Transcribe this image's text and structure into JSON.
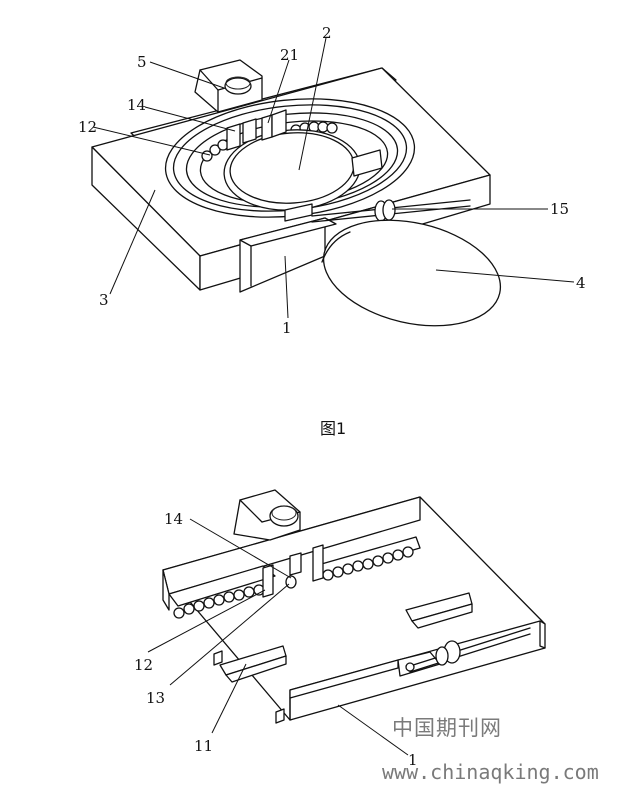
{
  "figure1": {
    "caption": "图1",
    "labels": [
      "5",
      "21",
      "2",
      "14",
      "12",
      "3",
      "15",
      "4",
      "1"
    ]
  },
  "figure2": {
    "labels": [
      "14",
      "12",
      "13",
      "11",
      "1"
    ]
  },
  "watermark": {
    "line1": "中国期刊网",
    "line2": "www.chinaqking.com"
  }
}
